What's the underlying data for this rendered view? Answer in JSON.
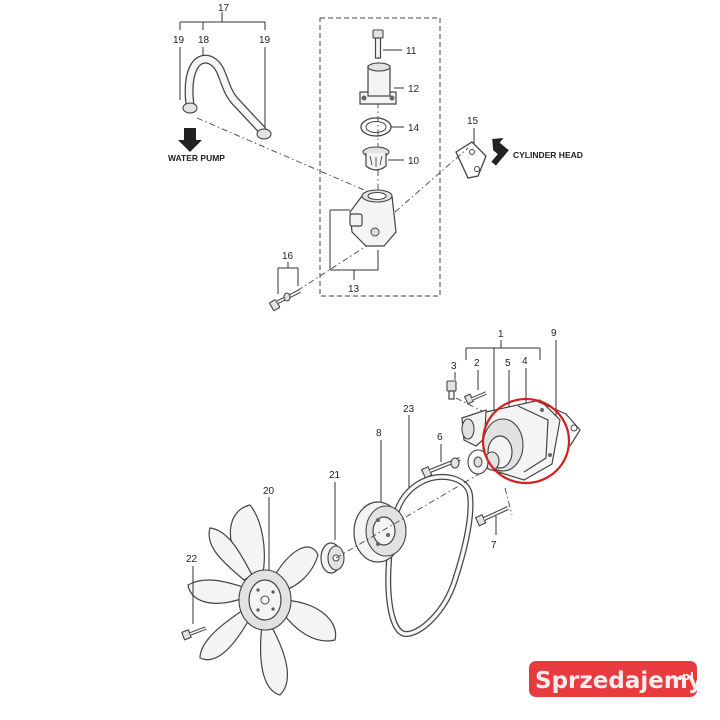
{
  "labels": {
    "p1": "1",
    "p2": "2",
    "p3": "3",
    "p4": "4",
    "p5": "5",
    "p6": "6",
    "p7": "7",
    "p8": "8",
    "p9": "9",
    "p10": "10",
    "p11": "11",
    "p12": "12",
    "p13": "13",
    "p14": "14",
    "p15": "15",
    "p16": "16",
    "p17": "17",
    "p18": "18",
    "p19a": "19",
    "p19b": "19",
    "p20": "20",
    "p21": "21",
    "p22": "22",
    "p23": "23"
  },
  "captions": {
    "water_pump": "WATER PUMP",
    "cylinder_head": "CYLINDER HEAD"
  },
  "watermark": {
    "text": "Sprzedajemy",
    "suffix": ".pl"
  },
  "colors": {
    "highlight": "#d42020",
    "watermark_badge": "#e4262a"
  }
}
